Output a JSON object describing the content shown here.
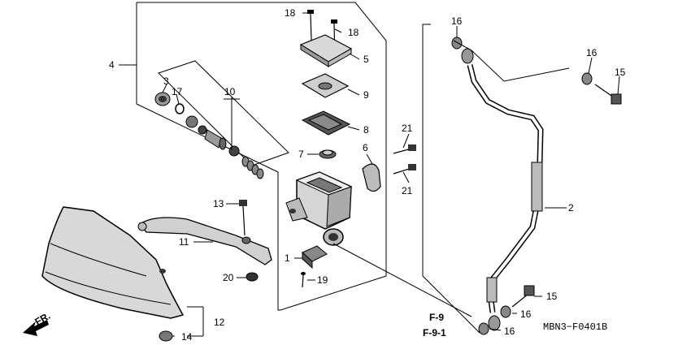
{
  "callouts": {
    "c1": "1",
    "c2": "2",
    "c3": "3",
    "c4": "4",
    "c5": "5",
    "c6": "6",
    "c7": "7",
    "c8": "8",
    "c9": "9",
    "c10": "10",
    "c11": "11",
    "c12": "12",
    "c13": "13",
    "c14": "14",
    "c15a": "15",
    "c15b": "15",
    "c16a": "16",
    "c16b": "16",
    "c16c": "16",
    "c16d": "16",
    "c17": "17",
    "c18a": "18",
    "c18b": "18",
    "c19": "19",
    "c20": "20",
    "c21a": "21",
    "c21b": "21"
  },
  "references": {
    "ref1": "F-9",
    "ref2": "F-9-1"
  },
  "front_marker": "FR.",
  "diagram_code": "MBN3−F0401B"
}
